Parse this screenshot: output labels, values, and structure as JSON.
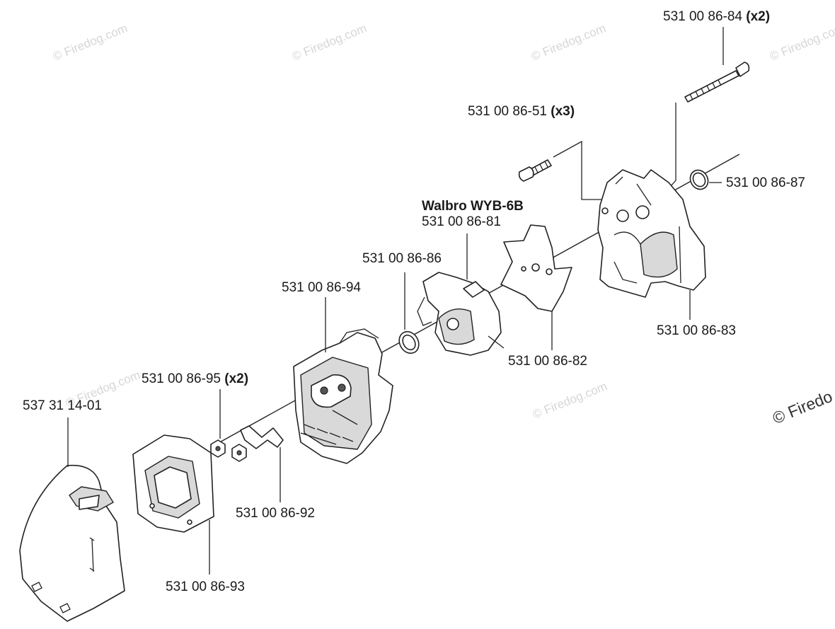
{
  "watermark": {
    "text": "© Firedog.com",
    "corner_text": "© Firedo"
  },
  "labels": {
    "bolt_long": {
      "number": "531 00 86-84",
      "qty": "(x2)"
    },
    "bolt_short": {
      "number": "531 00 86-51",
      "qty": "(x3)"
    },
    "oring_top": {
      "number": "531 00 86-87"
    },
    "carb_model": {
      "text": "Walbro WYB-6B"
    },
    "carb": {
      "number": "531 00 86-81"
    },
    "oring_mid": {
      "number": "531 00 86-86"
    },
    "filter_base": {
      "number": "531 00 86-94"
    },
    "gasket": {
      "number": "531 00 86-82"
    },
    "adapter": {
      "number": "531 00 86-83"
    },
    "nut": {
      "number": "531 00 86-95",
      "qty": "(x2)"
    },
    "cover": {
      "number": "537 31 14-01"
    },
    "bracket": {
      "number": "531 00 86-92"
    },
    "filter": {
      "number": "531 00 86-93"
    }
  }
}
